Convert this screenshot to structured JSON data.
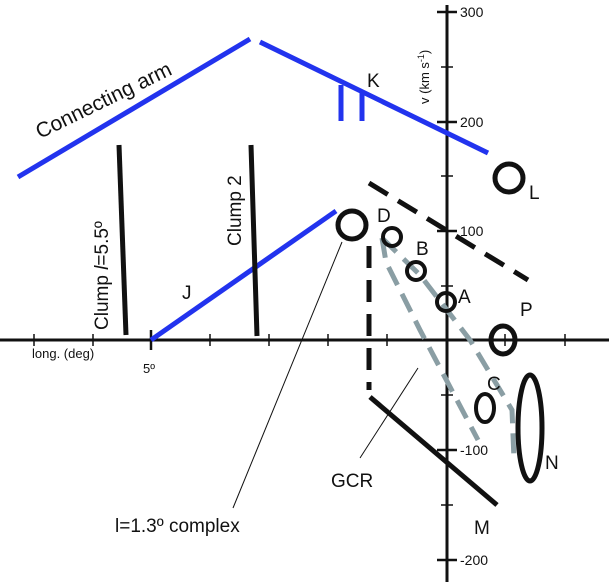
{
  "axes": {
    "x_label": "long. (deg)",
    "x_tick_label": "5º",
    "y_label_main": "v (km s",
    "y_label_sup": "-1",
    "y_label_close": ")",
    "y_ticks": [
      "300",
      "200",
      "100",
      "-100",
      "-200"
    ]
  },
  "features": {
    "connecting_arm": "Connecting arm",
    "K": "K",
    "L": "L",
    "clump_1": "Clump ",
    "clump_1_l": "l",
    "clump_1_val": "=5.5º",
    "clump_2": "Clump 2",
    "J": "J",
    "D": "D",
    "B": "B",
    "A": "A",
    "P": "P",
    "C": "C",
    "N": "N",
    "M": "M",
    "GCR": "GCR",
    "complex": "l=1.3º complex"
  },
  "colors": {
    "blue": "#2233ee",
    "black": "#111111",
    "grey": "#8a9ea4"
  }
}
